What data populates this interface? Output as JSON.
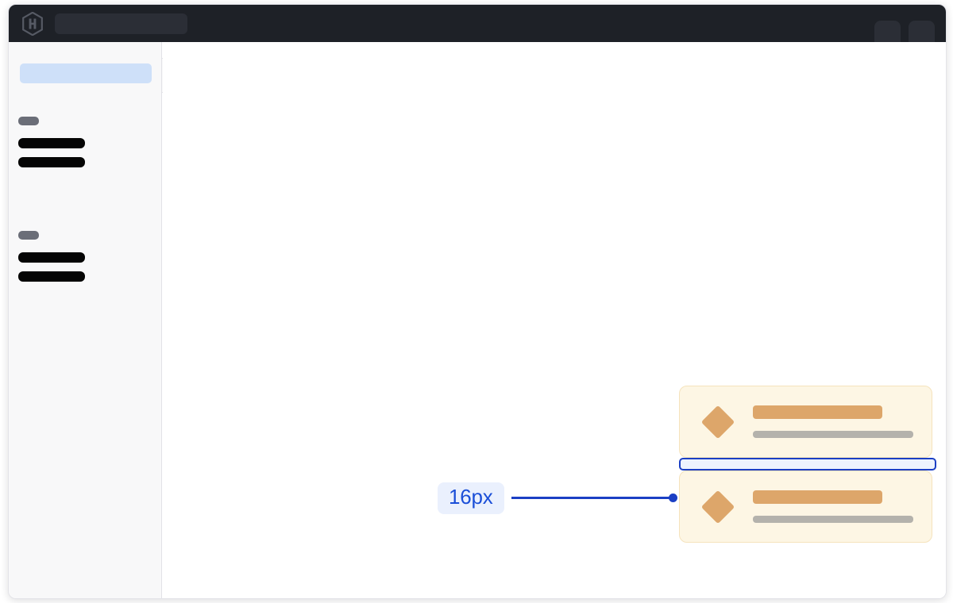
{
  "window": {
    "name": "spacing-annotation-mockup"
  },
  "header": {
    "logo_icon": "hexagon-h-logo-icon",
    "search": {
      "value": "",
      "placeholder": ""
    },
    "right_chips": [
      {
        "name": "header-chip-1"
      },
      {
        "name": "header-chip-2"
      }
    ]
  },
  "sidebar": {
    "highlight": {
      "name": "sidebar-active-highlight",
      "color": "#cee0f9"
    },
    "collapse_tab": {
      "name": "sidebar-collapse-handle"
    },
    "groups": [
      {
        "label_placeholder": "",
        "items": [
          {
            "label_placeholder": ""
          },
          {
            "label_placeholder": ""
          }
        ]
      },
      {
        "label_placeholder": "",
        "items": [
          {
            "label_placeholder": ""
          },
          {
            "label_placeholder": ""
          }
        ]
      }
    ]
  },
  "annotation": {
    "measurement": "16px",
    "line_color": "#1b3fc4",
    "pill_background": "#eaf0fd",
    "pill_text_color": "#1b4fd8"
  },
  "cards": {
    "background": "#fdf6e4",
    "border": "#f5e3bd",
    "accent": "#dda66a",
    "muted": "#b4b2ac",
    "items": [
      {
        "icon": "diamond-icon",
        "title_placeholder": "",
        "subtitle_placeholder": ""
      },
      {
        "icon": "diamond-icon",
        "title_placeholder": "",
        "subtitle_placeholder": ""
      }
    ]
  },
  "gap_indicator": {
    "name": "spacing-gap-indicator",
    "value": "16px",
    "fill": "#edf3fe",
    "stroke": "#1b3fc4"
  }
}
